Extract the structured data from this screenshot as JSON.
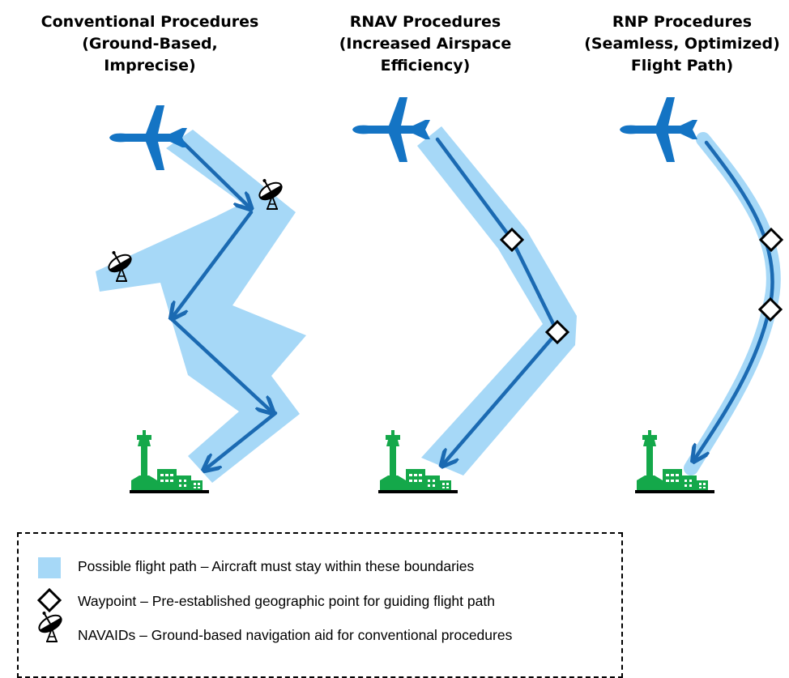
{
  "columns": [
    {
      "title": "Conventional Procedures\n(Ground-Based,\nImprecise)"
    },
    {
      "title": "RNAV Procedures\n(Increased Airspace\nEfficiency)"
    },
    {
      "title": "RNP Procedures\n(Seamless, Optimized)\nFlight Path)"
    }
  ],
  "legend": {
    "items": [
      {
        "icon": "flight-path-swatch",
        "text": "Possible flight path – Aircraft must stay within these boundaries"
      },
      {
        "icon": "waypoint-diamond-icon",
        "text": "Waypoint – Pre-established geographic point for guiding flight path"
      },
      {
        "icon": "navaid-antenna-icon",
        "text": "NAVAIDs – Ground-based navigation aid for conventional procedures"
      }
    ]
  },
  "colors": {
    "corridor": "#a6d8f7",
    "path": "#1b6ab2",
    "airplane": "#1474c4",
    "airport": "#14a84a",
    "waypoint_stroke": "#000000"
  }
}
